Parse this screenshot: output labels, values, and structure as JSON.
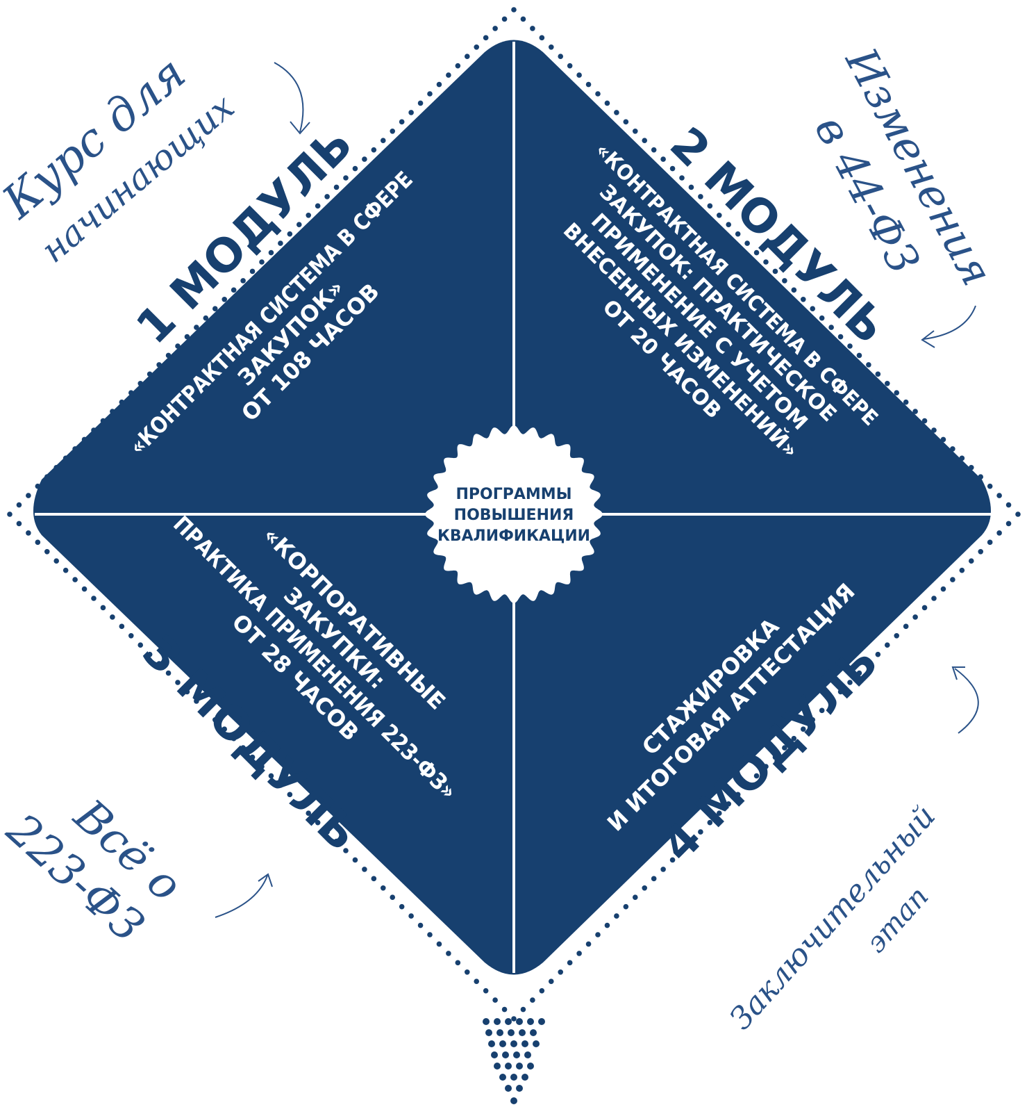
{
  "colors": {
    "navy": "#17406f",
    "dot": "#17406f",
    "divider": "#ffffff",
    "center_fill": "#ffffff",
    "center_text": "#17406f",
    "handwriting": "#2a5288"
  },
  "center": {
    "lines": [
      "ПРОГРАММЫ",
      "ПОВЫШЕНИЯ",
      "КВАЛИФИКАЦИИ"
    ]
  },
  "modules": [
    {
      "title": "1 МОДУЛЬ",
      "lines": [
        "«КОНТРАКТНАЯ СИСТЕМА В СФЕРЕ",
        "ЗАКУПОК»",
        "ОТ 108 ЧАСОВ"
      ],
      "note_lines": [
        "Курс для",
        "начинающих"
      ]
    },
    {
      "title": "2 МОДУЛЬ",
      "lines": [
        "«КОНТРАКТНАЯ СИСТЕМА В СФЕРЕ",
        "ЗАКУПОК: ПРАКТИЧЕСКОЕ",
        "ПРИМЕНЕНИЕ С УЧЕТОМ",
        "ВНЕСЕННЫХ ИЗМЕНЕНИЙ»",
        "ОТ 20 ЧАСОВ"
      ],
      "note_lines": [
        "Изменения",
        "в 44-ФЗ"
      ]
    },
    {
      "title": "3 МОДУЛЬ",
      "lines": [
        "«КОРПОРАТИВНЫЕ",
        "ЗАКУПКИ:",
        "ПРАКТИКА ПРИМЕНЕНИЯ 223-ФЗ»",
        "ОТ 28 ЧАСОВ"
      ],
      "note_lines": [
        "Всё о",
        "223-ФЗ"
      ]
    },
    {
      "title": "4 МОДУЛЬ",
      "lines": [
        "СТАЖИРОВКА",
        "И ИТОГОВАЯ АТТЕСТАЦИЯ"
      ],
      "note_lines": [
        "Заключительный",
        "этап"
      ]
    }
  ]
}
